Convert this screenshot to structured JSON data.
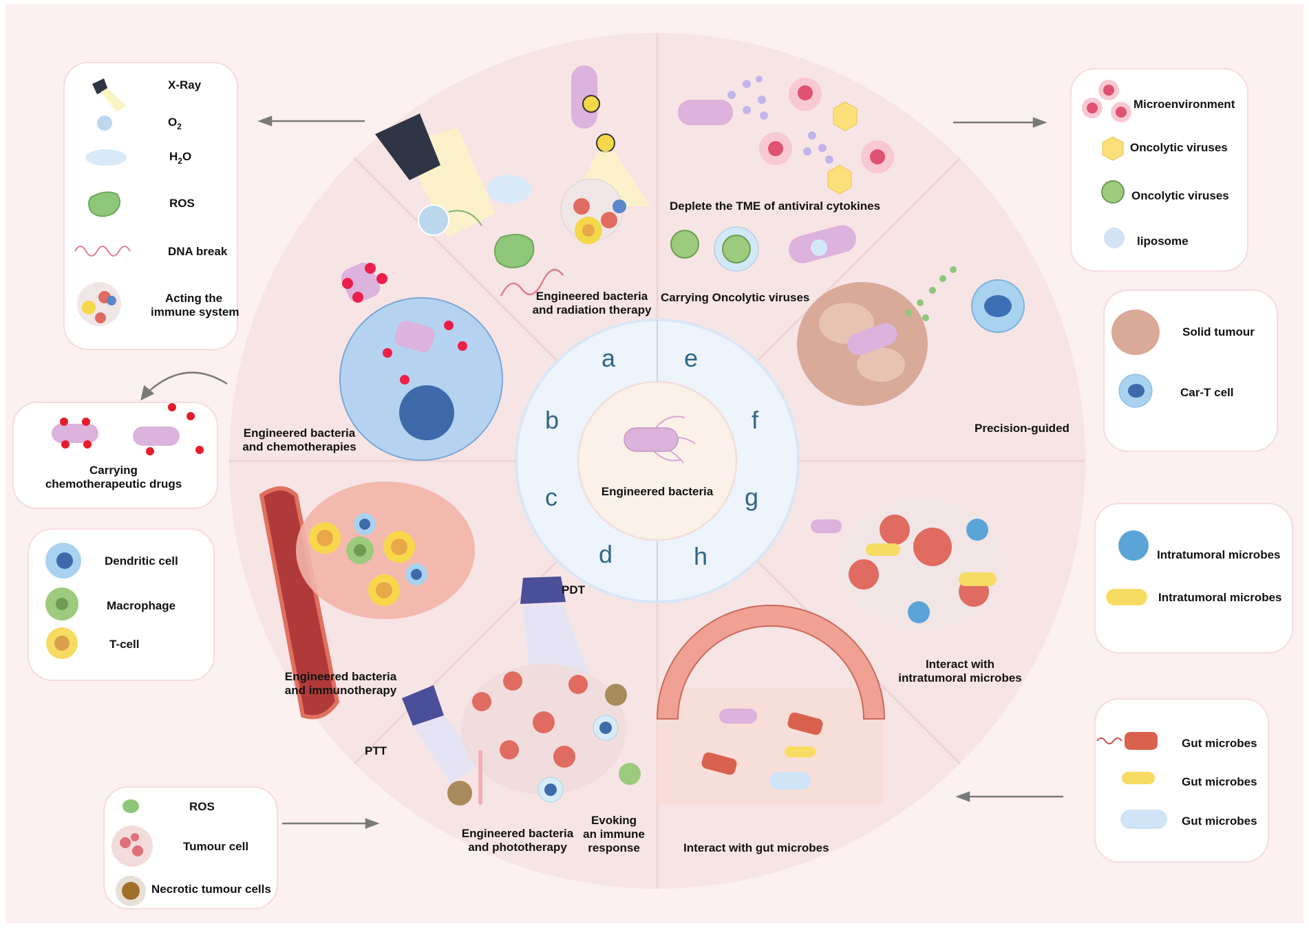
{
  "center": {
    "label": "Engineered bacteria",
    "segment_letters": [
      "a",
      "b",
      "c",
      "d",
      "e",
      "f",
      "g",
      "h"
    ]
  },
  "sections": {
    "a": {
      "label_line1": "Engineered bacteria",
      "label_line2": "and radiation therapy"
    },
    "b": {
      "label_line1": "Engineered bacteria",
      "label_line2": "and chemotherapies"
    },
    "c": {
      "label_line1": "Engineered bacteria",
      "label_line2": "and immunotherapy"
    },
    "d": {
      "label_line1": "Engineered bacteria",
      "label_line2": "and phototherapy",
      "pdt": "PDT",
      "ptt": "PTT",
      "evoking_line1": "Evoking",
      "evoking_line2": "an immune",
      "evoking_line3": "response"
    },
    "e": {
      "deplete": "Deplete the TME of antiviral cytokines",
      "carrying": "Carrying Oncolytic viruses"
    },
    "f": {
      "label": "Precision-guided"
    },
    "g": {
      "label_line1": "Interact with",
      "label_line2": "intratumoral microbes"
    },
    "h": {
      "label": "Interact with gut microbes"
    }
  },
  "legends": {
    "radiation": {
      "items": [
        {
          "icon": "x-ray-emitter-icon",
          "label": "X-Ray"
        },
        {
          "icon": "oxygen-molecule-icon",
          "label": "O",
          "sub": "2"
        },
        {
          "icon": "water-molecule-icon",
          "label": "H",
          "sub": "2",
          "suffix": "O"
        },
        {
          "icon": "ros-icon",
          "label": "ROS"
        },
        {
          "icon": "dna-break-icon",
          "label": "DNA break"
        },
        {
          "icon": "immune-cluster-icon",
          "label_line1": "Acting the",
          "label_line2": "immune system"
        }
      ]
    },
    "chemo": {
      "label_line1": "Carrying",
      "label_line2": "chemotherapeutic drugs"
    },
    "immune": {
      "items": [
        {
          "icon": "dendritic-cell-icon",
          "label": "Dendritic cell"
        },
        {
          "icon": "macrophage-icon",
          "label": "Macrophage"
        },
        {
          "icon": "t-cell-icon",
          "label": "T-cell"
        }
      ]
    },
    "photo": {
      "items": [
        {
          "icon": "ros-icon",
          "label": "ROS"
        },
        {
          "icon": "tumour-cell-icon",
          "label": "Tumour cell"
        },
        {
          "icon": "necrotic-cell-icon",
          "label": "Necrotic tumour cells"
        }
      ]
    },
    "oncolytic": {
      "items": [
        {
          "icon": "microenvironment-cells-icon",
          "label": "Microenvironment"
        },
        {
          "icon": "oncolytic-virus-icosahedral-icon",
          "label": "Oncolytic viruses"
        },
        {
          "icon": "oncolytic-virus-spiked-icon",
          "label": "Oncolytic viruses"
        },
        {
          "icon": "liposome-icon",
          "label": "liposome"
        }
      ]
    },
    "precision": {
      "items": [
        {
          "icon": "solid-tumour-icon",
          "label": "Solid tumour"
        },
        {
          "icon": "car-t-cell-icon",
          "label": "Car-T cell"
        }
      ]
    },
    "intratumoral": {
      "items": [
        {
          "icon": "blue-microbe-icon",
          "label": "Intratumoral microbes"
        },
        {
          "icon": "yellow-microbe-icon",
          "label": "Intratumoral microbes"
        }
      ]
    },
    "gut": {
      "items": [
        {
          "icon": "red-gut-microbe-icon",
          "label": "Gut microbes"
        },
        {
          "icon": "yellow-gut-microbe-icon",
          "label": "Gut microbes"
        },
        {
          "icon": "blue-gut-microbe-icon",
          "label": "Gut microbes"
        }
      ]
    }
  },
  "colors": {
    "background": "#fcf0f1",
    "bacteria": "#dcb3dc",
    "ring": "#eef4fc",
    "core": "#fbf1e8",
    "letter": "#2f6786"
  }
}
